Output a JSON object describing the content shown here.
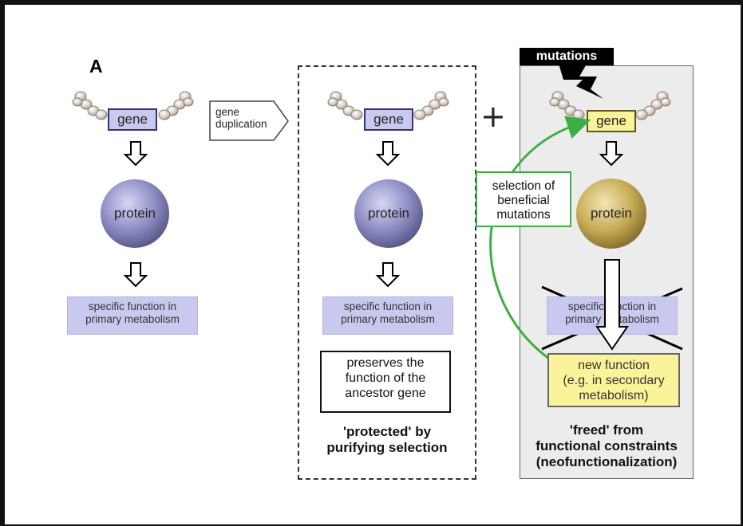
{
  "panel_label": "A",
  "gene_label": "gene",
  "protein_label": "protein",
  "function_label_line1": "specific function in",
  "function_label_line2": "primary metabolism",
  "duplication_line1": "gene",
  "duplication_line2": "duplication",
  "plus_sign": "+",
  "mutations_label": "mutations",
  "selection_line1": "selection of",
  "selection_line2": "beneficial",
  "selection_line3": "mutations",
  "preserves_line1": "preserves the",
  "preserves_line2": "function of the",
  "preserves_line3": "ancestor gene",
  "protected_line1": "'protected'  by",
  "protected_line2": "purifying selection",
  "new_function_line1": "new function",
  "new_function_line2": "(e.g. in secondary",
  "new_function_line3": "metabolism)",
  "freed_line1": "'freed'  from",
  "freed_line2": "functional constraints",
  "freed_line3": "(neofunctionalization)",
  "colors": {
    "protein_blue": "#8e8ec4",
    "protein_gold": "#c8ad58",
    "gene_box_blue": "#c9c9f0",
    "gene_box_yellow": "#fbf39a",
    "selection_green": "#3cb043"
  }
}
